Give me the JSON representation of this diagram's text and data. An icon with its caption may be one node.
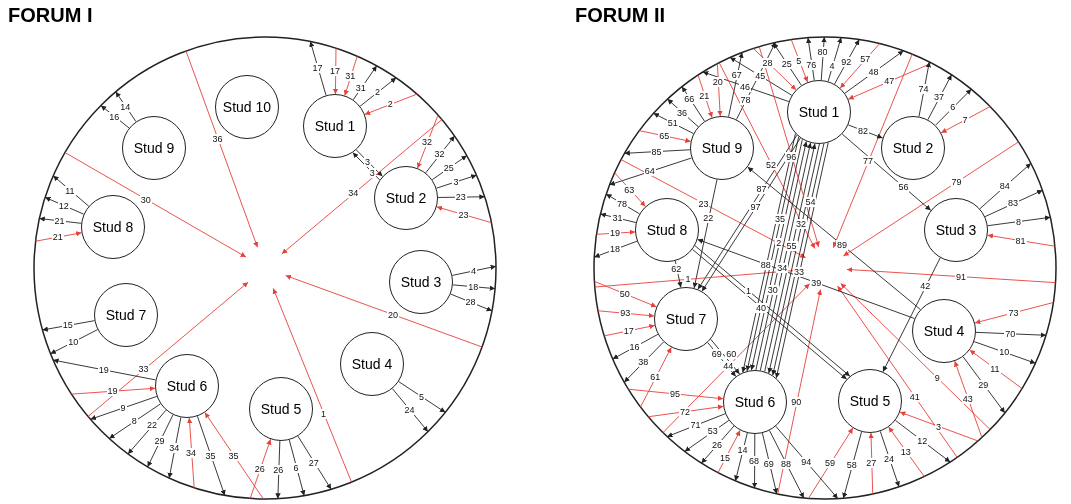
{
  "diagram": {
    "nodes": [
      {
        "text": [
          "FORUM I"
        ]
      },
      {
        "text": [
          "Stud 1"
        ],
        "in": 0
      },
      {
        "text": [
          "Stud 2"
        ],
        "in": 0
      },
      {
        "text": [
          "Stud 3"
        ],
        "in": 0
      },
      {
        "text": [
          "Stud 4"
        ],
        "in": 0
      },
      {
        "text": [
          "Stud 5"
        ],
        "in": 0
      },
      {
        "text": [
          "Stud 6"
        ],
        "in": 0
      },
      {
        "text": [
          "Stud 7"
        ],
        "in": 0
      },
      {
        "text": [
          "Stud 8"
        ],
        "in": 0
      },
      {
        "text": [
          "Stud 9"
        ],
        "in": 0
      },
      {
        "text": [
          "Stud 10"
        ],
        "in": 0
      },
      {
        "text": [
          "FORUM II"
        ]
      },
      {
        "text": [
          "Stud 1"
        ],
        "in": 11
      },
      {
        "text": [
          "Stud 2"
        ],
        "in": 11
      },
      {
        "text": [
          "Stud 3"
        ],
        "in": 11
      },
      {
        "text": [
          "Stud 4"
        ],
        "in": 11
      },
      {
        "text": [
          "Stud 5"
        ],
        "in": 11
      },
      {
        "text": [
          "Stud 6"
        ],
        "in": 11
      },
      {
        "text": [
          "Stud 7"
        ],
        "in": 11
      },
      {
        "text": [
          "Stud 8"
        ],
        "in": 11
      },
      {
        "text": [
          "Stud 9"
        ],
        "in": 11
      }
    ],
    "edges": [
      {
        "from": 1,
        "to": 0,
        "arrow": "to",
        "label": "17"
      },
      {
        "from": 0,
        "to": 1,
        "arrow": "to",
        "label": "17",
        "color": "#e8403a"
      },
      {
        "from": 0,
        "to": 1,
        "arrow": "to",
        "label": "31",
        "color": "#e8403a"
      },
      {
        "from": 1,
        "to": 0,
        "arrow": "to",
        "label": "31"
      },
      {
        "from": 1,
        "to": 0,
        "arrow": "to",
        "label": "2"
      },
      {
        "from": 0,
        "to": 1,
        "arrow": "to",
        "label": "2",
        "color": "#e8403a"
      },
      {
        "from": 1,
        "to": 2,
        "arrow": "to",
        "label": "3"
      },
      {
        "from": 2,
        "to": 1,
        "arrow": "to",
        "label": "3"
      },
      {
        "from": 0,
        "to": 2,
        "arrow": "to",
        "label": "32",
        "color": "#e8403a"
      },
      {
        "from": 2,
        "to": 0,
        "arrow": "to",
        "label": "32"
      },
      {
        "from": 2,
        "to": 0,
        "arrow": "to",
        "label": "25"
      },
      {
        "from": 2,
        "to": 0,
        "arrow": "to",
        "label": "3"
      },
      {
        "from": 2,
        "to": 0,
        "arrow": "to",
        "label": "23"
      },
      {
        "from": 0,
        "to": 2,
        "arrow": "to",
        "label": "23",
        "color": "#e8403a"
      },
      {
        "from": 0,
        "to": null,
        "arrow": "to",
        "label": "30",
        "color": "#e8403a"
      },
      {
        "from": 0,
        "to": null,
        "arrow": "to",
        "label": "36",
        "color": "#e8403a"
      },
      {
        "from": 0,
        "to": null,
        "arrow": "to",
        "label": "34",
        "color": "#e8403a"
      },
      {
        "from": 0,
        "to": null,
        "arrow": "to",
        "label": "20",
        "color": "#e8403a"
      },
      {
        "from": 0,
        "to": null,
        "arrow": "to",
        "label": "1",
        "color": "#e8403a"
      },
      {
        "from": 0,
        "to": null,
        "arrow": "to",
        "label": "33",
        "color": "#e8403a"
      },
      {
        "from": 3,
        "to": 0,
        "arrow": "to",
        "label": "4"
      },
      {
        "from": 3,
        "to": 0,
        "arrow": "to",
        "label": "18"
      },
      {
        "from": 3,
        "to": 0,
        "arrow": "to",
        "label": "28"
      },
      {
        "from": 4,
        "to": 0,
        "arrow": "to",
        "label": "5"
      },
      {
        "from": 4,
        "to": 0,
        "arrow": "to",
        "label": "24"
      },
      {
        "from": 5,
        "to": 0,
        "arrow": "to",
        "label": "27"
      },
      {
        "from": 5,
        "to": 0,
        "arrow": "to",
        "label": "6"
      },
      {
        "from": 5,
        "to": 0,
        "arrow": "to",
        "label": "26"
      },
      {
        "from": 0,
        "to": 5,
        "arrow": "to",
        "label": "26",
        "color": "#e8403a"
      },
      {
        "from": 0,
        "to": 6,
        "arrow": "to",
        "label": "35",
        "color": "#e8403a"
      },
      {
        "from": 6,
        "to": 0,
        "arrow": "to",
        "label": "35"
      },
      {
        "from": 0,
        "to": 6,
        "arrow": "to",
        "label": "34",
        "color": "#e8403a"
      },
      {
        "from": 6,
        "to": 0,
        "arrow": "to",
        "label": "34"
      },
      {
        "from": 6,
        "to": 0,
        "arrow": "to",
        "label": "29"
      },
      {
        "from": 6,
        "to": 0,
        "arrow": "to",
        "label": "22"
      },
      {
        "from": 6,
        "to": 0,
        "arrow": "to",
        "label": "8"
      },
      {
        "from": 6,
        "to": 0,
        "arrow": "to",
        "label": "9"
      },
      {
        "from": 0,
        "to": 6,
        "arrow": "to",
        "label": "19",
        "color": "#e8403a"
      },
      {
        "from": 6,
        "to": 0,
        "arrow": "to",
        "label": "19"
      },
      {
        "from": 7,
        "to": 0,
        "arrow": "to",
        "label": "10"
      },
      {
        "from": 7,
        "to": 0,
        "arrow": "to",
        "label": "15"
      },
      {
        "from": 0,
        "to": 8,
        "arrow": "to",
        "label": "21",
        "color": "#e8403a"
      },
      {
        "from": 8,
        "to": 0,
        "arrow": "to",
        "label": "21"
      },
      {
        "from": 8,
        "to": 0,
        "arrow": "to",
        "label": "12"
      },
      {
        "from": 8,
        "to": 0,
        "arrow": "to",
        "label": "11"
      },
      {
        "from": 9,
        "to": 0,
        "arrow": "to",
        "label": "16"
      },
      {
        "from": 9,
        "to": 0,
        "arrow": "to",
        "label": "14"
      },
      {
        "from": 12,
        "to": 11,
        "arrow": "to",
        "label": "46"
      },
      {
        "from": 12,
        "to": 11,
        "arrow": "to",
        "label": "45"
      },
      {
        "from": 11,
        "to": 12,
        "arrow": "to",
        "label": "28",
        "color": "#e8403a"
      },
      {
        "from": 12,
        "to": 11,
        "arrow": "to",
        "label": "25"
      },
      {
        "from": 11,
        "to": 12,
        "arrow": "to",
        "label": "5",
        "color": "#e8403a"
      },
      {
        "from": 12,
        "to": 11,
        "arrow": "to",
        "label": "76"
      },
      {
        "from": 12,
        "to": 11,
        "arrow": "to",
        "label": "80"
      },
      {
        "from": 12,
        "to": 11,
        "arrow": "to",
        "label": "4"
      },
      {
        "from": 12,
        "to": 11,
        "arrow": "to",
        "label": "92"
      },
      {
        "from": 11,
        "to": 12,
        "arrow": "to",
        "label": "57",
        "color": "#e8403a"
      },
      {
        "from": 12,
        "to": 11,
        "arrow": "to",
        "label": "48"
      },
      {
        "from": 11,
        "to": 12,
        "arrow": "to",
        "label": "47",
        "color": "#e8403a"
      },
      {
        "from": 20,
        "to": 11,
        "arrow": "to",
        "label": "64"
      },
      {
        "from": 20,
        "to": 11,
        "arrow": "to",
        "label": "85"
      },
      {
        "from": 11,
        "to": 20,
        "arrow": "to",
        "label": "65",
        "color": "#e8403a"
      },
      {
        "from": 20,
        "to": 11,
        "arrow": "to",
        "label": "51"
      },
      {
        "from": 20,
        "to": 11,
        "arrow": "to",
        "label": "36"
      },
      {
        "from": 20,
        "to": 11,
        "arrow": "to",
        "label": "66"
      },
      {
        "from": 11,
        "to": 20,
        "arrow": "to",
        "label": "21",
        "color": "#e8403a"
      },
      {
        "from": 11,
        "to": 20,
        "arrow": "to",
        "label": "20",
        "color": "#e8403a"
      },
      {
        "from": 20,
        "to": 11,
        "arrow": "to",
        "label": "67"
      },
      {
        "from": 20,
        "to": 11,
        "arrow": "to",
        "label": "78"
      },
      {
        "from": 11,
        "to": null,
        "arrow": "to",
        "label": "23",
        "color": "#e8403a"
      },
      {
        "from": 12,
        "to": 18,
        "arrow": "to",
        "label": "97"
      },
      {
        "from": 12,
        "to": 18,
        "arrow": "to",
        "label": "87"
      },
      {
        "from": 11,
        "to": null,
        "arrow": "to",
        "label": "52",
        "color": "#e8403a"
      },
      {
        "from": 20,
        "to": 18,
        "arrow": "to",
        "label": "22"
      },
      {
        "from": 17,
        "to": 12,
        "arrow": "to",
        "label": "34"
      },
      {
        "from": 17,
        "to": 12,
        "arrow": "to",
        "label": "30"
      },
      {
        "from": 17,
        "to": 12,
        "arrow": "to",
        "label": "55"
      },
      {
        "from": 13,
        "to": 11,
        "arrow": "to",
        "label": "74"
      },
      {
        "from": 13,
        "to": 11,
        "arrow": "to",
        "label": "37"
      },
      {
        "from": 13,
        "to": 11,
        "arrow": "to",
        "label": "6"
      },
      {
        "from": 11,
        "to": 13,
        "arrow": "to",
        "label": "7",
        "color": "#e8403a"
      },
      {
        "from": 11,
        "to": null,
        "arrow": "to",
        "label": "96",
        "color": "#e8403a"
      },
      {
        "from": 11,
        "to": null,
        "arrow": "to",
        "label": "77",
        "color": "#e8403a"
      },
      {
        "from": 11,
        "to": null,
        "arrow": "to",
        "label": "79",
        "color": "#e8403a"
      },
      {
        "from": 12,
        "to": 13,
        "arrow": "to",
        "label": "82"
      },
      {
        "from": 12,
        "to": 14,
        "arrow": "to",
        "label": "56"
      },
      {
        "from": 14,
        "to": 11,
        "arrow": "to",
        "label": "84"
      },
      {
        "from": 14,
        "to": 11,
        "arrow": "to",
        "label": "83"
      },
      {
        "from": 14,
        "to": 11,
        "arrow": "to",
        "label": "8"
      },
      {
        "from": 11,
        "to": 14,
        "arrow": "to",
        "label": "81",
        "color": "#e8403a"
      },
      {
        "from": 11,
        "to": null,
        "arrow": "to",
        "label": "91",
        "color": "#e8403a"
      },
      {
        "from": 11,
        "to": null,
        "arrow": "to",
        "label": "9",
        "color": "#e8403a"
      },
      {
        "from": 11,
        "to": null,
        "arrow": "to",
        "label": "41",
        "color": "#e8403a"
      },
      {
        "from": 14,
        "to": 16,
        "arrow": "to",
        "label": "42"
      },
      {
        "from": 15,
        "to": 19,
        "arrow": "to",
        "label": "39"
      },
      {
        "from": 15,
        "to": 20,
        "arrow": "to",
        "label": "89"
      },
      {
        "from": 11,
        "to": null,
        "arrow": "to",
        "label": "90",
        "color": "#e8403a"
      },
      {
        "from": 19,
        "to": 16,
        "arrow": "to",
        "label": "40"
      },
      {
        "from": 11,
        "to": 15,
        "arrow": "to",
        "label": "73",
        "color": "#e8403a"
      },
      {
        "from": 15,
        "to": 11,
        "arrow": "to",
        "label": "70"
      },
      {
        "from": 15,
        "to": 11,
        "arrow": "to",
        "label": "10"
      },
      {
        "from": 11,
        "to": 15,
        "arrow": "to",
        "label": "11",
        "color": "#e8403a"
      },
      {
        "from": 15,
        "to": 11,
        "arrow": "to",
        "label": "29"
      },
      {
        "from": 11,
        "to": 15,
        "arrow": "to",
        "label": "43",
        "color": "#e8403a"
      },
      {
        "from": 11,
        "to": null,
        "arrow": "to",
        "label": "44",
        "color": "#e8403a"
      },
      {
        "from": 11,
        "to": 16,
        "arrow": "to",
        "label": "3",
        "color": "#e8403a"
      },
      {
        "from": 16,
        "to": 11,
        "arrow": "to",
        "label": "12"
      },
      {
        "from": 11,
        "to": 16,
        "arrow": "to",
        "label": "13",
        "color": "#e8403a"
      },
      {
        "from": 16,
        "to": 11,
        "arrow": "to",
        "label": "24"
      },
      {
        "from": 11,
        "to": 16,
        "arrow": "to",
        "label": "27",
        "color": "#e8403a"
      },
      {
        "from": 16,
        "to": 11,
        "arrow": "to",
        "label": "58"
      },
      {
        "from": 11,
        "to": 16,
        "arrow": "to",
        "label": "59",
        "color": "#e8403a"
      },
      {
        "from": 11,
        "to": null,
        "arrow": "to",
        "label": "1",
        "color": "#e8403a"
      },
      {
        "from": 19,
        "to": 16,
        "arrow": "to",
        "label": "1"
      },
      {
        "from": 12,
        "to": 17,
        "arrow": "to",
        "label": "2"
      },
      {
        "from": 12,
        "to": 17,
        "arrow": "to",
        "label": "32"
      },
      {
        "from": 12,
        "to": 17,
        "arrow": "to",
        "label": "35"
      },
      {
        "from": 12,
        "to": 17,
        "arrow": "to",
        "label": "54"
      },
      {
        "from": 12,
        "to": 17,
        "arrow": "to",
        "label": "88"
      },
      {
        "from": 12,
        "to": 17,
        "arrow": "to",
        "label": "33"
      },
      {
        "from": 17,
        "to": 11,
        "arrow": "to",
        "label": "94"
      },
      {
        "from": 17,
        "to": 11,
        "arrow": "to",
        "label": "88"
      },
      {
        "from": 17,
        "to": 11,
        "arrow": "to",
        "label": "69"
      },
      {
        "from": 17,
        "to": 11,
        "arrow": "to",
        "label": "68"
      },
      {
        "from": 17,
        "to": 11,
        "arrow": "to",
        "label": "14"
      },
      {
        "from": 11,
        "to": 17,
        "arrow": "to",
        "label": "15",
        "color": "#e8403a"
      },
      {
        "from": 17,
        "to": 11,
        "arrow": "to",
        "label": "26"
      },
      {
        "from": 17,
        "to": 11,
        "arrow": "to",
        "label": "53"
      },
      {
        "from": 17,
        "to": 11,
        "arrow": "to",
        "label": "71"
      },
      {
        "from": 11,
        "to": 17,
        "arrow": "to",
        "label": "72",
        "color": "#e8403a"
      },
      {
        "from": 11,
        "to": 18,
        "arrow": "to",
        "label": "61",
        "color": "#e8403a"
      },
      {
        "from": 18,
        "to": 17,
        "arrow": "to",
        "label": "69"
      },
      {
        "from": 18,
        "to": 17,
        "arrow": "to",
        "label": "60"
      },
      {
        "from": 18,
        "to": 11,
        "arrow": "to",
        "label": "38"
      },
      {
        "from": 18,
        "to": 11,
        "arrow": "to",
        "label": "16"
      },
      {
        "from": 11,
        "to": 18,
        "arrow": "to",
        "label": "17",
        "color": "#e8403a"
      },
      {
        "from": 11,
        "to": 18,
        "arrow": "to",
        "label": "93",
        "color": "#e8403a"
      },
      {
        "from": 11,
        "to": 17,
        "arrow": "to",
        "label": "95",
        "color": "#e8403a"
      },
      {
        "from": 11,
        "to": 18,
        "arrow": "to",
        "label": "50",
        "color": "#e8403a"
      },
      {
        "from": 19,
        "to": 18,
        "arrow": "to",
        "label": "62"
      },
      {
        "from": 19,
        "to": 11,
        "arrow": "to",
        "label": "18"
      },
      {
        "from": 11,
        "to": 19,
        "arrow": "to",
        "label": "19",
        "color": "#e8403a"
      },
      {
        "from": 19,
        "to": 11,
        "arrow": "to",
        "label": "31"
      },
      {
        "from": 19,
        "to": 11,
        "arrow": "to",
        "label": "78"
      },
      {
        "from": 11,
        "to": 19,
        "arrow": "to",
        "label": "63",
        "color": "#e8403a"
      }
    ]
  }
}
